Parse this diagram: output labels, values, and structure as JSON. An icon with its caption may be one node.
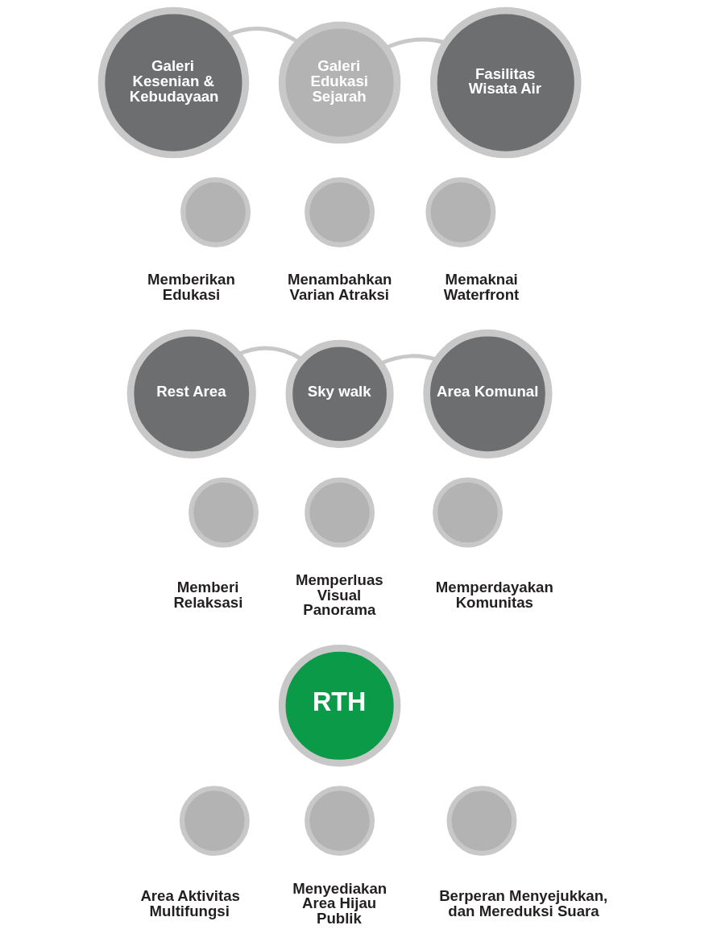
{
  "diagram": {
    "nodes": [
      {
        "text": [
          "Galeri Kesenian & Kebudayaan"
        ]
      },
      {
        "text": [
          "Galeri Edukasi Sejarah"
        ]
      },
      {
        "text": [
          "Fasilitas Wisata Air"
        ]
      },
      {
        "text": [],
        "shape": "circle",
        "beside": [
          "Memberikan Edukasi"
        ]
      },
      {
        "text": [],
        "shape": "circle",
        "beside": [
          "Menambahkan Varian Atraksi"
        ]
      },
      {
        "text": [],
        "shape": "circle",
        "beside": [
          "Memaknai Waterfront"
        ]
      },
      {
        "text": [
          "Rest Area"
        ]
      },
      {
        "text": [
          "Sky walk"
        ]
      },
      {
        "text": [
          "Area Komunal"
        ]
      },
      {
        "text": [],
        "shape": "circle",
        "beside": [
          "Memberi Relaksasi"
        ]
      },
      {
        "text": [],
        "shape": "circle",
        "beside": [
          "Memperluas Visual Panorama"
        ]
      },
      {
        "text": [],
        "shape": "circle",
        "beside": [
          "Memperdayakan Komunitas"
        ]
      },
      {
        "text": [
          "RTH"
        ]
      },
      {
        "text": [],
        "shape": "circle",
        "beside": [
          "Area Aktivitas Multifungsi"
        ]
      },
      {
        "text": [],
        "shape": "circle",
        "beside": [
          "Menyediakan Area Hijau Publik"
        ]
      },
      {
        "text": [],
        "shape": "circle",
        "beside": [
          "Berperan Menyejukkan, dan Mereduksi Suara"
        ]
      }
    ],
    "edges": [
      {
        "from": 0,
        "to": 1,
        "arrow": "none"
      },
      {
        "from": 1,
        "to": 2,
        "arrow": "none"
      },
      {
        "from": 6,
        "to": 7,
        "arrow": "none"
      },
      {
        "from": 7,
        "to": 8,
        "arrow": "none"
      }
    ]
  }
}
